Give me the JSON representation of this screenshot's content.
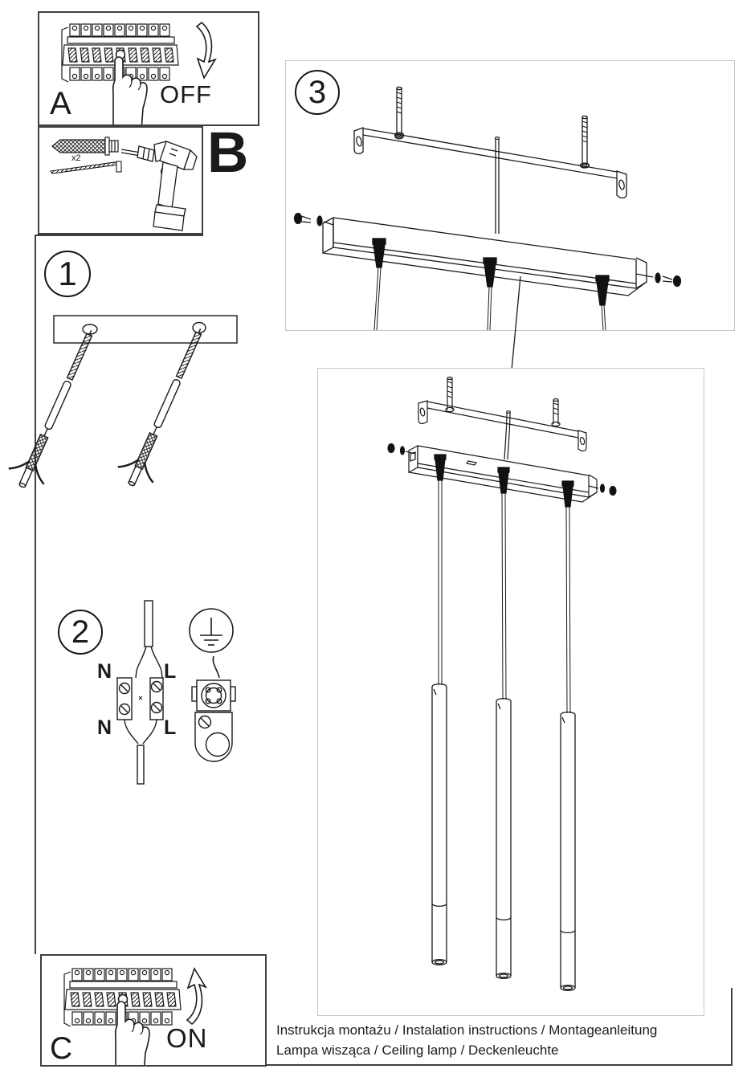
{
  "doc": {
    "type": "installation-instructions",
    "colors": {
      "line": "#1a1a1a",
      "panel_border_dark": "#3f3f3f",
      "panel_border_light": "#c6c6c6",
      "background": "#ffffff"
    }
  },
  "panel_a": {
    "label": "A",
    "action": "OFF",
    "icons": [
      "circuit-breaker-icon",
      "pointing-hand-icon",
      "curved-arrow-down-icon"
    ]
  },
  "panel_b": {
    "label": "B",
    "quantity_note": "x2",
    "icons": [
      "wall-plug-icon",
      "screw-icon",
      "drill-icon"
    ]
  },
  "step1": {
    "label": "1",
    "icons": [
      "mounting-plate-icon",
      "anchor-screw-icon"
    ]
  },
  "step2": {
    "label": "2",
    "wire_top_left": "N",
    "wire_top_right": "L",
    "wire_bottom_left": "N",
    "wire_bottom_right": "L",
    "icons": [
      "terminal-block-icon",
      "ground-symbol-icon",
      "ground-terminal-icon"
    ]
  },
  "step3": {
    "label": "3",
    "icons": [
      "ceiling-bracket-icon",
      "canopy-icon",
      "cord-grip-icon"
    ]
  },
  "lamp": {
    "icons": [
      "pendant-tube-icon"
    ]
  },
  "panel_c": {
    "label": "C",
    "action": "ON",
    "icons": [
      "circuit-breaker-icon",
      "pointing-hand-icon",
      "curved-arrow-up-icon"
    ]
  },
  "footer": {
    "line1": "Instrukcja montażu / Instalation instructions / Montageanleitung",
    "line2": "Lampa wisząca / Ceiling lamp / Deckenleuchte"
  }
}
